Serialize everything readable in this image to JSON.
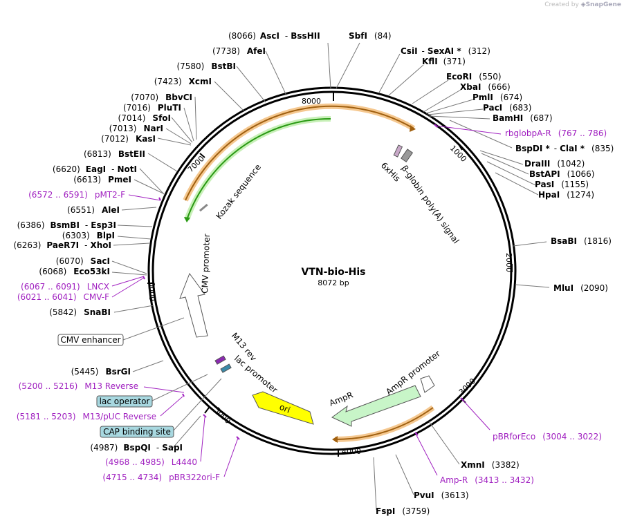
{
  "credit": {
    "prefix": "Created by",
    "brand": "SnapGene"
  },
  "plasmid": {
    "name": "VTN-bio-His",
    "length": "8072 bp"
  },
  "ticks": [
    "1000",
    "2000",
    "3000",
    "4000",
    "5000",
    "6000",
    "7000",
    "8000"
  ],
  "enzymes": [
    {
      "pos": "(8066)",
      "name": "AscI",
      "sep": "-",
      "name2": "BssHII"
    },
    {
      "name": "SbfI",
      "pos": "(84)"
    },
    {
      "name": "CsiI",
      "sep": "-",
      "name2": "SexAI *",
      "pos": "(312)"
    },
    {
      "name": "KflI",
      "pos": "(371)"
    },
    {
      "name": "EcoRI",
      "pos": "(550)"
    },
    {
      "name": "XbaI",
      "pos": "(666)"
    },
    {
      "name": "PmlI",
      "pos": "(674)"
    },
    {
      "name": "PacI",
      "pos": "(683)"
    },
    {
      "name": "BamHI",
      "pos": "(687)"
    },
    {
      "name": "BspDI *",
      "sep": "-",
      "name2": "ClaI *",
      "pos": "(835)"
    },
    {
      "name": "DraIII",
      "pos": "(1042)"
    },
    {
      "name": "BstAPI",
      "pos": "(1066)"
    },
    {
      "name": "PasI",
      "pos": "(1155)"
    },
    {
      "name": "HpaI",
      "pos": "(1274)"
    },
    {
      "name": "BsaBI",
      "pos": "(1816)"
    },
    {
      "name": "MluI",
      "pos": "(2090)"
    },
    {
      "name": "XmnI",
      "pos": "(3382)"
    },
    {
      "name": "PvuI",
      "pos": "(3613)"
    },
    {
      "name": "FspI",
      "pos": "(3759)"
    },
    {
      "pos": "(4987)",
      "name": "BspQI",
      "sep": "-",
      "name2": "SapI"
    },
    {
      "pos": "(5445)",
      "name": "BsrGI"
    },
    {
      "pos": "(5842)",
      "name": "SnaBI"
    },
    {
      "pos": "(6068)",
      "name": "Eco53kI"
    },
    {
      "pos": "(6070)",
      "name": "SacI"
    },
    {
      "pos": "(6263)",
      "name": "PaeR7I",
      "sep": "-",
      "name2": "XhoI"
    },
    {
      "pos": "(6303)",
      "name": "BlpI"
    },
    {
      "pos": "(6386)",
      "name": "BsmBI",
      "sep": "-",
      "name2": "Esp3I"
    },
    {
      "pos": "(6551)",
      "name": "AleI"
    },
    {
      "pos": "(6613)",
      "name": "PmeI"
    },
    {
      "pos": "(6620)",
      "name": "EagI",
      "sep": "-",
      "name2": "NotI"
    },
    {
      "pos": "(6813)",
      "name": "BstEII"
    },
    {
      "pos": "(7012)",
      "name": "KasI"
    },
    {
      "pos": "(7013)",
      "name": "NarI"
    },
    {
      "pos": "(7014)",
      "name": "SfoI"
    },
    {
      "pos": "(7016)",
      "name": "PluTI"
    },
    {
      "pos": "(7070)",
      "name": "BbvCI"
    },
    {
      "pos": "(7423)",
      "name": "XcmI"
    },
    {
      "pos": "(7580)",
      "name": "BstBI"
    },
    {
      "pos": "(7738)",
      "name": "AfeI"
    }
  ],
  "primers": [
    {
      "name": "rbglobpA-R",
      "range": "(767 .. 786)"
    },
    {
      "name": "pBRforEco",
      "range": "(3004 .. 3022)"
    },
    {
      "name": "Amp-R",
      "range": "(3413 .. 3432)"
    },
    {
      "range": "(4715 .. 4734)",
      "name": "pBR322ori-F"
    },
    {
      "range": "(4968 .. 4985)",
      "name": "L4440"
    },
    {
      "range": "(5181 .. 5203)",
      "name": "M13/pUC Reverse"
    },
    {
      "range": "(5200 .. 5216)",
      "name": "M13 Reverse"
    },
    {
      "range": "(6021 .. 6041)",
      "name": "CMV-F"
    },
    {
      "range": "(6067 .. 6091)",
      "name": "LNCX"
    },
    {
      "range": "(6572 .. 6591)",
      "name": "pMT2-F"
    }
  ],
  "boxed_features": [
    "CMV enhancer",
    "lac operator",
    "CAP binding site"
  ],
  "inner_features": [
    "Kozak sequence",
    "6xHis",
    "β-globin poly(A) signal",
    "CMV promoter",
    "M13 rev",
    "lac promoter",
    "ori",
    "AmpR",
    "AmpR promoter"
  ],
  "colors": {
    "primer": "#a020c0",
    "ori": "#ffff00",
    "ampr": "#c8f5c8",
    "gene": "#f0a040",
    "gene_inner": "#2a9a14",
    "box": "#a8d8e0",
    "his": "#c8a8c8"
  }
}
